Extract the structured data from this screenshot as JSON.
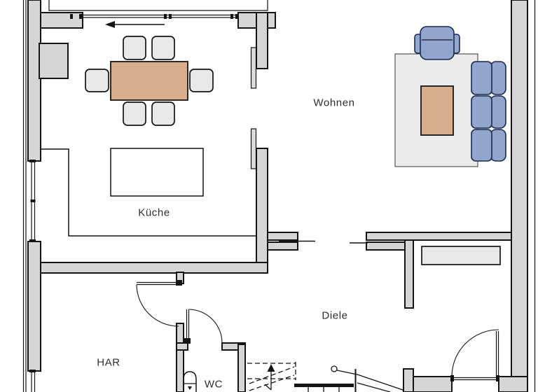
{
  "plan": {
    "type": "floor-plan",
    "rooms": [
      {
        "name": "kueche",
        "label": "Küche"
      },
      {
        "name": "wohnen",
        "label": "Wohnen"
      },
      {
        "name": "diele",
        "label": "Diele"
      },
      {
        "name": "har",
        "label": "HAR"
      },
      {
        "name": "wc",
        "label": "WC"
      }
    ],
    "colors": {
      "wall-fill": "#d6d6d6",
      "line": "#141414",
      "panel": "#dcdcdc",
      "wood": "#d8ae8d",
      "upholstery": "#92a5ce",
      "navy": "#1c2a4a",
      "furniture-gray": "#e9e9e9",
      "rug": "#ececec"
    },
    "furniture": [
      "dining-table",
      "dining-chair",
      "kitchen-counter",
      "kitchen-island",
      "rug",
      "armchair",
      "coffee-table",
      "sofa",
      "sideboard",
      "toilet",
      "stairs"
    ]
  }
}
